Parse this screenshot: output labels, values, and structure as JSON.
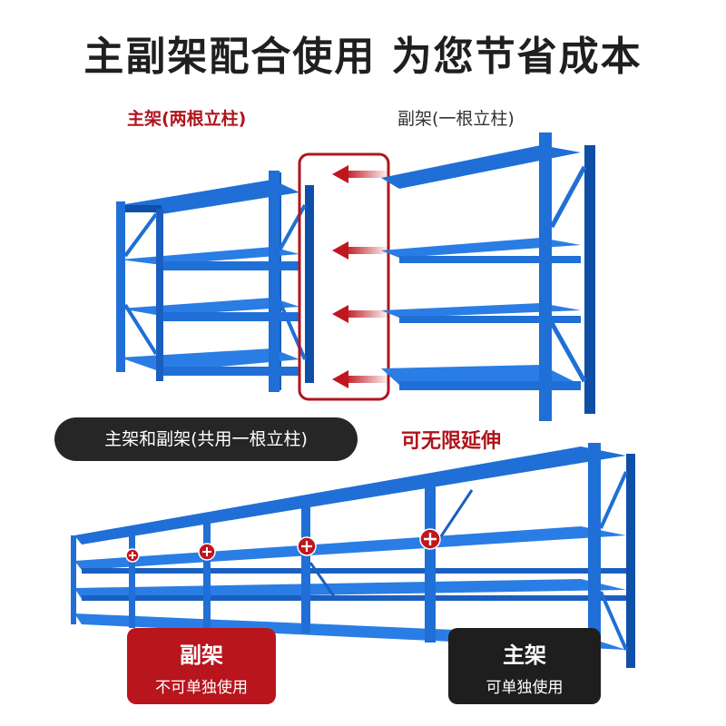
{
  "headline": "主副架配合使用 为您节省成本",
  "main_frame_label": "主架(两根立柱)",
  "sub_frame_label": "副架(一根立柱)",
  "shared_label": "主架和副架(共用一根立柱)",
  "unlimited_label": "可无限延伸",
  "sub_card": {
    "title": "副架",
    "desc": "不可单独使用"
  },
  "main_card": {
    "title": "主架",
    "desc": "可单独使用"
  },
  "colors": {
    "rack_blue": "#1f6fd6",
    "rack_dark": "#0f4fa8",
    "accent_red": "#b0141c",
    "dark": "#262626"
  },
  "icons": [
    "arrow-left-icon",
    "plus-circle-icon"
  ]
}
